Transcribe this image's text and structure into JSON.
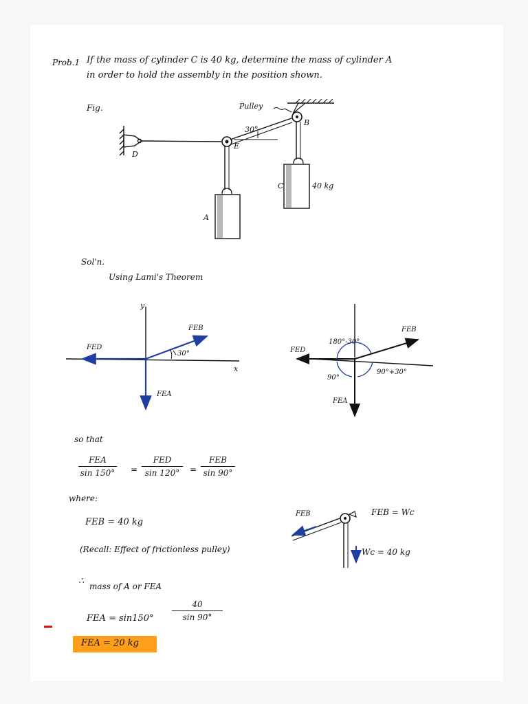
{
  "problem": {
    "label": "Prob.1",
    "line1": "If the mass of cylinder C is 40 kg, determine the mass of cylinder A",
    "line2": "in order to hold the assembly in the position shown."
  },
  "figure": {
    "caption": "Fig.",
    "pulley_label": "Pulley",
    "labels": {
      "B": "B",
      "C": "C",
      "D": "D",
      "E": "E",
      "A": "A"
    },
    "angle": "30°",
    "mass_c": "40 kg"
  },
  "solution": {
    "heading": "Sol'n.",
    "method": "Using Lami's Theorem"
  },
  "fbd_left": {
    "y_axis": "y",
    "x_axis": "x",
    "f_eb": "FEB",
    "f_ed": "FED",
    "f_ea": "FEA",
    "angle": "30°"
  },
  "fbd_right": {
    "f_eb": "FEB",
    "f_ed": "FED",
    "f_ea": "FEA",
    "angle_top": "180°-30°",
    "angle_left": "90°",
    "angle_right": "90°+30°"
  },
  "equations": {
    "so_that": "so that",
    "t1_num": "FEA",
    "t1_den": "sin 150°",
    "t2_num": "FED",
    "t2_den": "sin 120°",
    "t3_num": "FEB",
    "t3_den": "sin 90°",
    "eq": "=",
    "where": "where:",
    "feb_val": "FEB = 40 kg",
    "recall": "(Recall: Effect of frictionless pulley)",
    "therefore": "∴",
    "mass_a": "mass of A or FEA",
    "fea_lhs": "FEA = sin150°",
    "fea_num": "40",
    "fea_den": "sin 90°",
    "answer": "FEA = 20 kg"
  },
  "pulley_sketch": {
    "feb": "FEB",
    "feb_eq": "FEB = Wc",
    "wc": "Wc = 40 kg"
  }
}
